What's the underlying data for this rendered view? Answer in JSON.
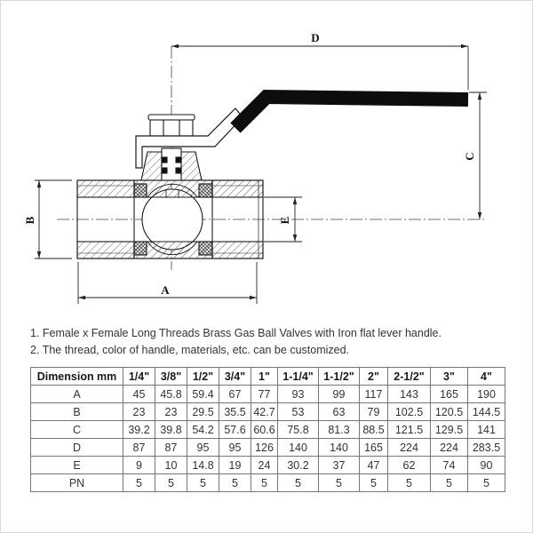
{
  "drawing": {
    "dim_labels": {
      "A": "A",
      "B": "B",
      "C": "C",
      "D": "D",
      "E": "E"
    }
  },
  "notes": [
    {
      "num": "1.",
      "text": "Female x Female Long Threads Brass Gas Ball Valves with Iron flat lever handle."
    },
    {
      "num": "2.",
      "text": "The thread, color of handle, materials, etc. can be customized."
    }
  ],
  "table": {
    "header": [
      "Dimension mm",
      "1/4\"",
      "3/8\"",
      "1/2\"",
      "3/4\"",
      "1\"",
      "1-1/4\"",
      "1-1/2\"",
      "2\"",
      "2-1/2\"",
      "3\"",
      "4\""
    ],
    "rows": [
      {
        "label": "A",
        "values": [
          "45",
          "45.8",
          "59.4",
          "67",
          "77",
          "93",
          "99",
          "117",
          "143",
          "165",
          "190"
        ]
      },
      {
        "label": "B",
        "values": [
          "23",
          "23",
          "29.5",
          "35.5",
          "42.7",
          "53",
          "63",
          "79",
          "102.5",
          "120.5",
          "144.5"
        ]
      },
      {
        "label": "C",
        "values": [
          "39.2",
          "39.8",
          "54.2",
          "57.6",
          "60.6",
          "75.8",
          "81.3",
          "88.5",
          "121.5",
          "129.5",
          "141"
        ]
      },
      {
        "label": "D",
        "values": [
          "87",
          "87",
          "95",
          "95",
          "126",
          "140",
          "140",
          "165",
          "224",
          "224",
          "283.5"
        ]
      },
      {
        "label": "E",
        "values": [
          "9",
          "10",
          "14.8",
          "19",
          "24",
          "30.2",
          "37",
          "47",
          "62",
          "74",
          "90"
        ]
      },
      {
        "label": "PN",
        "values": [
          "5",
          "5",
          "5",
          "5",
          "5",
          "5",
          "5",
          "5",
          "5",
          "5",
          "5"
        ]
      }
    ]
  }
}
